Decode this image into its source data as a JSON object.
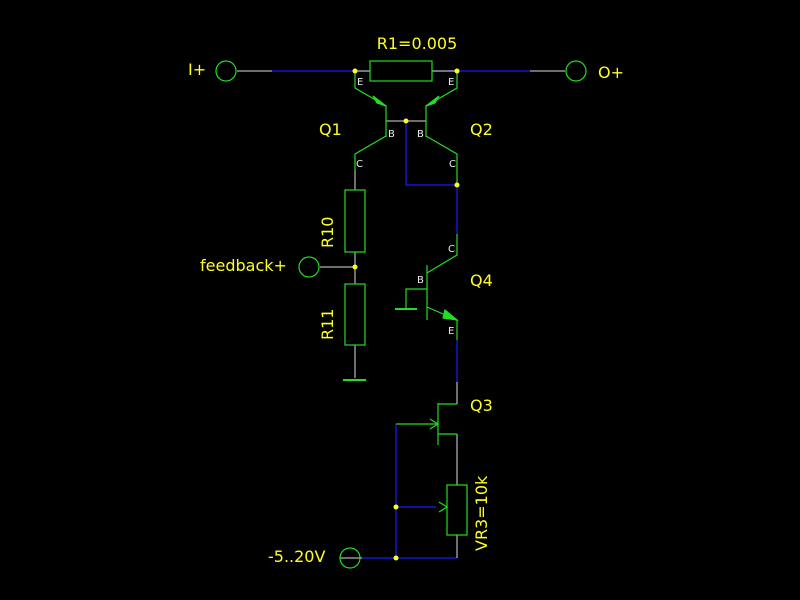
{
  "colors": {
    "background": "#000000",
    "wire": "#1a1aff",
    "component": "#22dd22",
    "lead": "#dddddd",
    "label": "#ffff22",
    "junction": "#ffff22",
    "terminal": "#22dd22"
  },
  "labels": {
    "r1": "R1=0.005",
    "i_plus": "I+",
    "o_plus": "O+",
    "q1": "Q1",
    "q2": "Q2",
    "q3": "Q3",
    "q4": "Q4",
    "r10": "R10",
    "r11": "R11",
    "feedback": "feedback+",
    "vr3": "VR3=10k",
    "supply": "-5..20V"
  },
  "pins": {
    "q1_e": "E",
    "q1_b": "B",
    "q1_c": "C",
    "q2_e": "E",
    "q2_b": "B",
    "q2_c": "C",
    "q4_c": "C",
    "q4_b": "B",
    "q4_e": "E"
  }
}
